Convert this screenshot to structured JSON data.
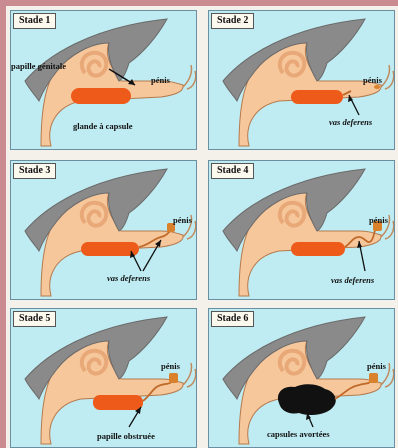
{
  "colors": {
    "background": "#c98a90",
    "panel": "#bfecf2",
    "shell": "#8a8a8a",
    "body": "#f7c79c",
    "gland": "#ee5a1a",
    "aborted_capsules": "#111111"
  },
  "stages": [
    {
      "title": "Stade 1",
      "labels": {
        "papille": "papille génitale",
        "penis": "pénis",
        "glande": "glande à capsule"
      }
    },
    {
      "title": "Stade 2",
      "labels": {
        "penis": "pénis",
        "vas": "vas deferens"
      }
    },
    {
      "title": "Stade 3",
      "labels": {
        "penis": "pénis",
        "vas": "vas deferens"
      }
    },
    {
      "title": "Stade 4",
      "labels": {
        "penis": "pénis",
        "vas": "vas deferens"
      }
    },
    {
      "title": "Stade 5",
      "labels": {
        "penis": "pénis",
        "papille": "papille obstruée"
      }
    },
    {
      "title": "Stade 6",
      "labels": {
        "penis": "pénis",
        "capsules": "capsules avortées"
      }
    }
  ]
}
